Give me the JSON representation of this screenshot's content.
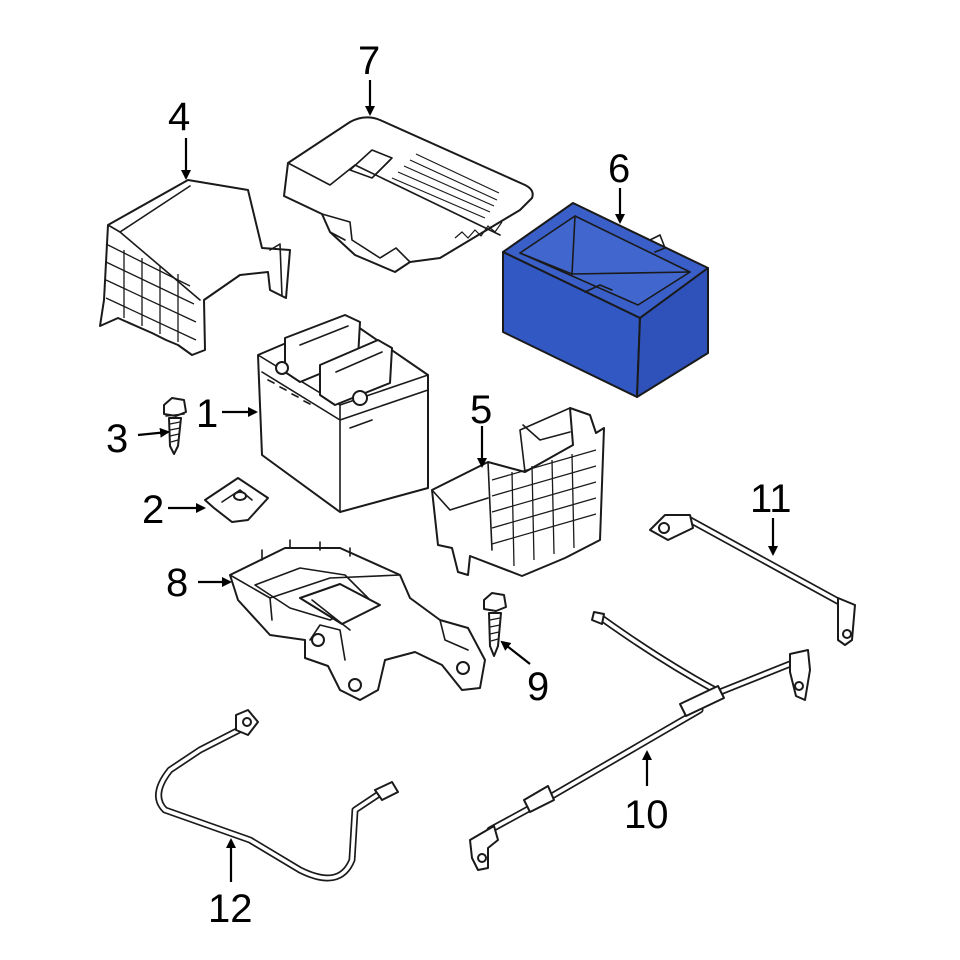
{
  "diagram": {
    "highlight_color": "#3558c5",
    "line_color": "#1a1a1a",
    "background": "#ffffff",
    "highlighted_part": "6"
  },
  "callouts": [
    {
      "id": "c1",
      "label": "1"
    },
    {
      "id": "c2",
      "label": "2"
    },
    {
      "id": "c3",
      "label": "3"
    },
    {
      "id": "c4",
      "label": "4"
    },
    {
      "id": "c5",
      "label": "5"
    },
    {
      "id": "c6",
      "label": "6"
    },
    {
      "id": "c7",
      "label": "7"
    },
    {
      "id": "c8",
      "label": "8"
    },
    {
      "id": "c9",
      "label": "9"
    },
    {
      "id": "c10",
      "label": "10"
    },
    {
      "id": "c11",
      "label": "11"
    },
    {
      "id": "c12",
      "label": "12"
    }
  ]
}
